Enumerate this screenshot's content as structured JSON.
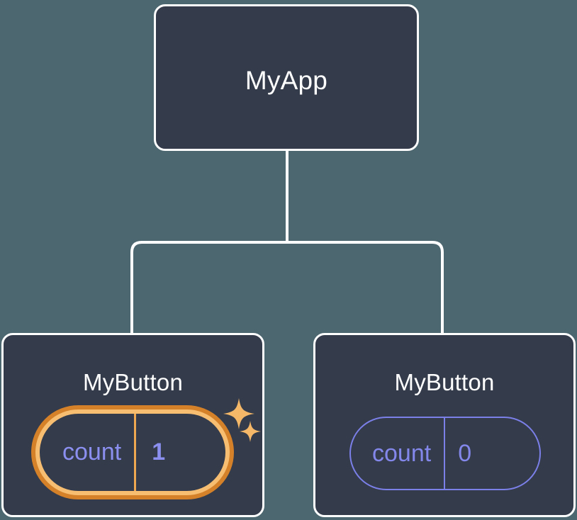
{
  "diagram": {
    "type": "component-tree",
    "background_color": "#4d6770",
    "node_fill_color": "#343b4a",
    "node_border_color": "#ffffff",
    "connector_color": "#ffffff",
    "accent_highlight_color": "#f0a850",
    "accent_highlight_outer_color": "#d4812a",
    "state_text_color": "#8b8fef",
    "root": {
      "title": "MyApp"
    },
    "children": [
      {
        "title": "MyButton",
        "highlighted": true,
        "state": {
          "key": "count",
          "value": "1"
        },
        "sparkles": [
          "sparkle-icon",
          "sparkle-icon"
        ]
      },
      {
        "title": "MyButton",
        "highlighted": false,
        "state": {
          "key": "count",
          "value": "0"
        }
      }
    ]
  }
}
